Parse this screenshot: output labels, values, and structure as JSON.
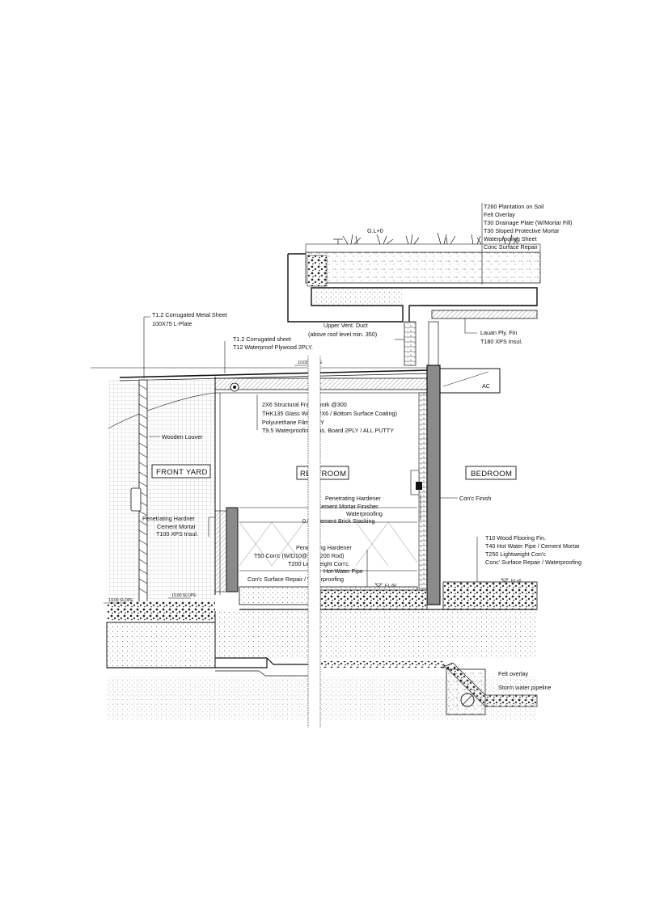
{
  "rooms": {
    "front_yard": "FRONT YARD",
    "restroom": "RESTROOM",
    "bedroom": "BEDROOM",
    "ac": "AC"
  },
  "levels": {
    "ground": "G.L+0",
    "restroom_floor": "F.L-50",
    "bedroom_floor": "F.L+0"
  },
  "slopes": {
    "roof_slope": "1/100 SLOPE",
    "yard_slope_left": "1/100 SLOPE",
    "yard_slope_right": "1/100 SLOPE"
  },
  "labels": {
    "roof_garden": [
      "T260 Plantation on Soil",
      "Felt Overlay",
      "T30 Drainage Plate (W/Mortar Fill)",
      "T30 Sloped Protective Mortar",
      "Waterproofing Sheet",
      "Conc Surface Repair"
    ],
    "corrugated_left": [
      "T1.2 Corrugated Metal Sheet",
      "100X75 L-Plate"
    ],
    "corrugated_right": [
      "T1.2 Corrugated sheet",
      "T12 Waterproof Plywood 2PLY."
    ],
    "vent_duct": [
      "Upper Vent. Duct",
      "(above roof level min. 350)"
    ],
    "ceiling_insulation": [
      "Lauan Ply. Fin",
      "T180 XPS Insul."
    ],
    "roof_structure": [
      "2X6 Structural Framework @300",
      "THK135 Glass Wool (2X6 / Bottom Surface Coating)",
      "Polyurethane Film 1PLY",
      "T9.5 Waterproofing Plas. Board 2PLY / ALL PUTTY"
    ],
    "wooden_louver": "Wooden Louver",
    "front_wall": [
      "Penetrating Hardner",
      "Cement Mortar",
      "T100 XPS Insul."
    ],
    "restroom_wall": [
      "Penetrating Hardener",
      "Cement Mortar Finisher",
      "Waterproofing",
      "0.5B Cement Brick Stacking"
    ],
    "conc_finish": "Con'c Finish",
    "restroom_floor": [
      "Penetrating Hardener",
      "T50 Con'c (W/D10@200x200 Rod)",
      "T200 Lightweight Con'c",
      "Hot-Water Pipe",
      "Con'c Surface Repair / Waterproofing"
    ],
    "bedroom_floor": [
      "T10 Wood Flooring Fin.",
      "T40 Hot Water Pipe / Cement Mortar",
      "T250 Lightweight Con'c",
      "Conc' Surface Repair / Waterproofing"
    ],
    "drainage": [
      "Felt overlay",
      "Storm water pipeline"
    ]
  }
}
